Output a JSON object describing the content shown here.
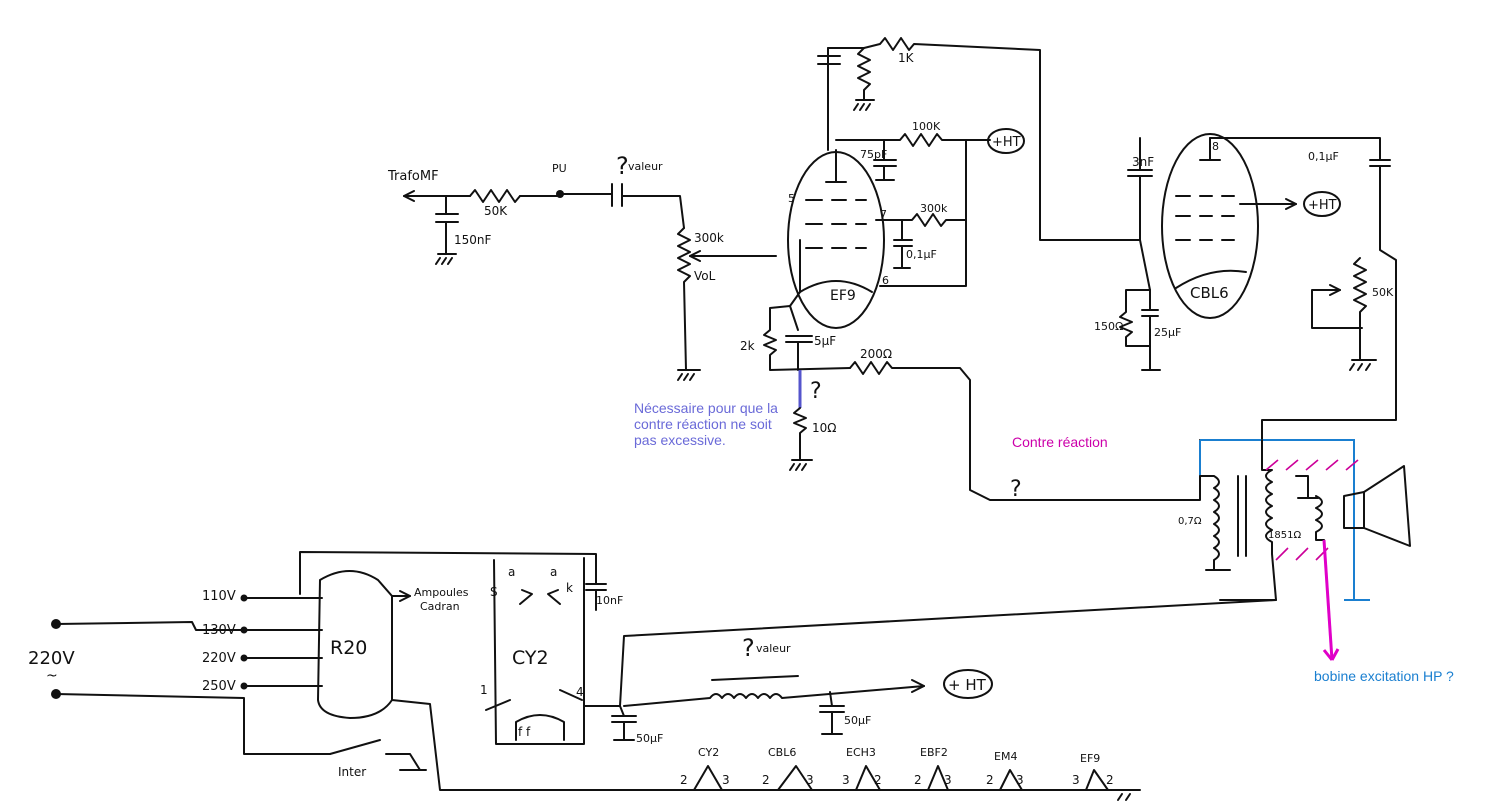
{
  "colors": {
    "ink": "#111111",
    "feedback_note": "#cc00aa",
    "hp_note": "#1a7fd0",
    "resistor_note": "#6a6ad8",
    "hatch": "#cc0099",
    "excitation_arrow": "#e000c8",
    "blue_wire": "#1a7fd0",
    "resistor_wire": "#5555cc"
  },
  "notes": {
    "resistor_note": "Nécessaire pour que la contre réaction ne soit pas excessive.",
    "contre_reaction": "Contre réaction",
    "hp_excitation": "bobine  excitation HP  ?"
  },
  "labels": {
    "trafo_mf": "TrafoMF",
    "r_50k_in": "50K",
    "c_150nf": "150nF",
    "pu": "PU",
    "valeur_1": "valeur",
    "valeur_2": "valeur",
    "question": "?",
    "pot_300k": "300k",
    "vol": "VoL",
    "r_1k": "1K",
    "r_100k": "100K",
    "plus_ht_1": "+HT",
    "plus_ht_2": "+HT",
    "plus_ht_3": "+ HT",
    "c_75pf": "75pF",
    "r_300k": "300k",
    "c_01uf": "0,1µF",
    "pin_5": "5",
    "pin_7": "7",
    "pin_6": "6",
    "pin_8": "8",
    "ef9": "EF9",
    "r_2k": "2k",
    "c_5uf": "5µF",
    "r_200": "200Ω",
    "r_10": "10Ω",
    "c_3nf": "3nF",
    "cbl6": "CBL6",
    "c_01uf_out": "0,1µF",
    "r_50k_out": "50K",
    "r_150": "150Ω",
    "c_25uf": "25µF",
    "r_07": "0,7Ω",
    "r_1850": "1851Ω",
    "v_110": "110V",
    "v_130": "130V",
    "v_220": "220V",
    "v_250": "250V",
    "mains_220": "220V",
    "tilde": "~",
    "r20": "R20",
    "ampoules": "Ampoules",
    "cadran": "Cadran",
    "cy2": "CY2",
    "c_10nf": "10nF",
    "pin_a1": "a",
    "pin_a2": "a",
    "pin_s": "S",
    "pin_k": "k",
    "pin_1": "1",
    "pin_4": "4",
    "ff": "f  f",
    "c_50uf_1": "50µF",
    "c_50uf_2": "50µF",
    "inter": "Inter",
    "fil_cy2": "CY2",
    "fil_cbl6": "CBL6",
    "fil_ecl3": "ECH3",
    "fil_ebf2": "EBF2",
    "fil_em4": "EM4",
    "fil_ef9": "EF9",
    "fn_2a": "2",
    "fn_3a": "3",
    "fn_2b": "2",
    "fn_3b": "3",
    "fn_3c": "3",
    "fn_2c": "2",
    "fn_2d": "2",
    "fn_3d": "3",
    "fn_2e": "2",
    "fn_3e": "3",
    "fn_3f": "3",
    "fn_2f": "2"
  }
}
